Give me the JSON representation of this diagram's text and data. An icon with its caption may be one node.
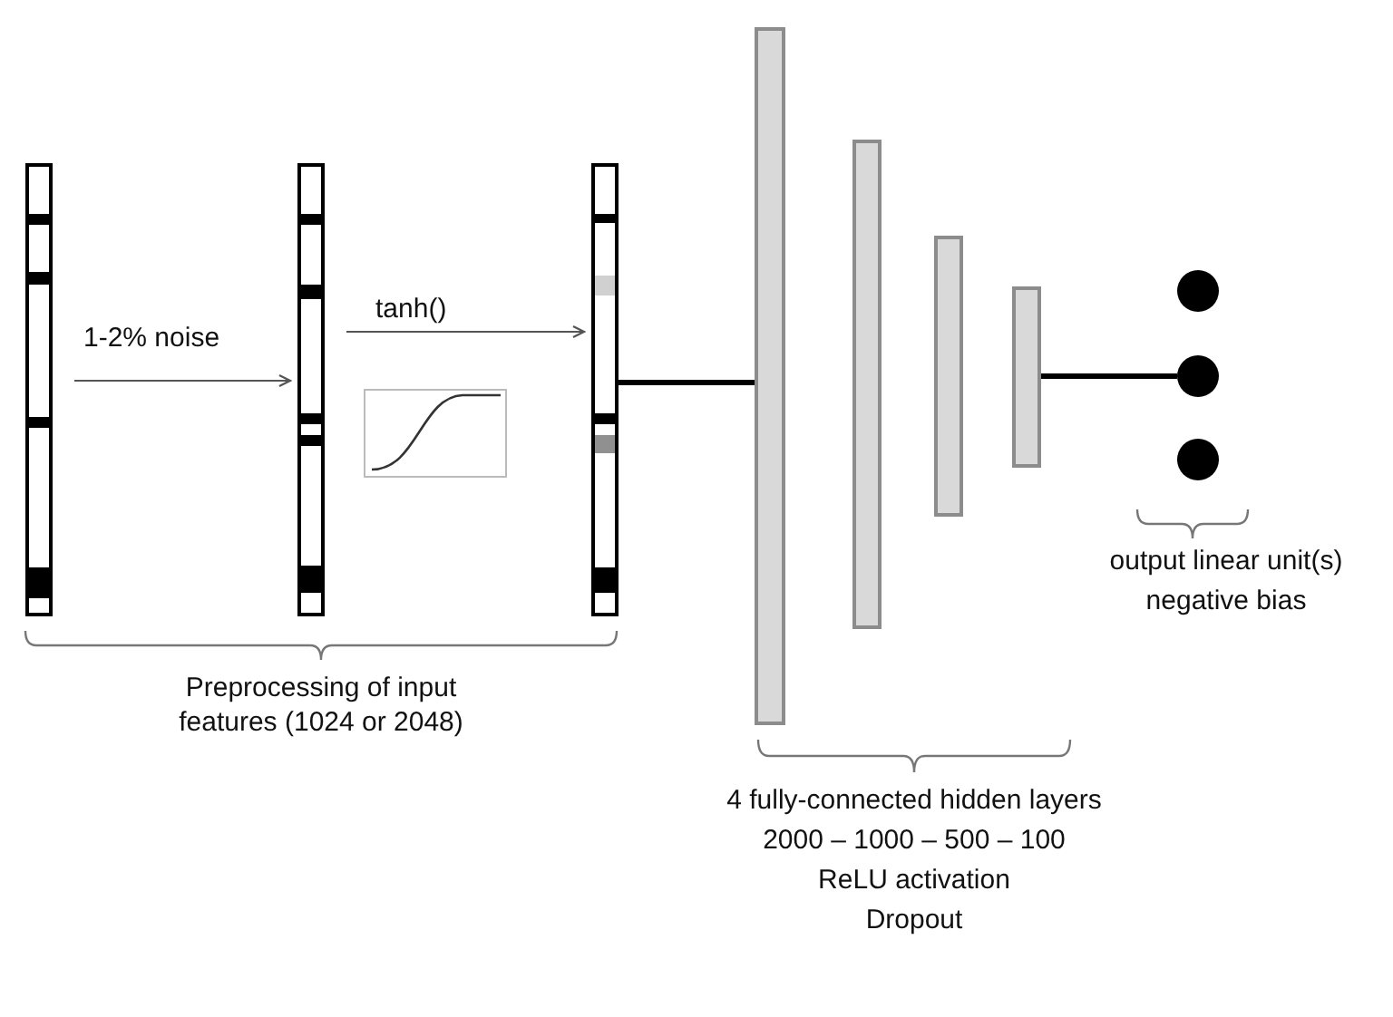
{
  "diagram": {
    "nodes": [
      {
        "text": [],
        "shape": "bar"
      },
      {
        "text": [],
        "shape": "bar"
      },
      {
        "text": [],
        "shape": "bar"
      },
      {
        "text": [],
        "shape": "bar"
      },
      {
        "text": [],
        "shape": "bar"
      },
      {
        "text": [],
        "shape": "bar"
      },
      {
        "text": [],
        "shape": "bar"
      },
      {
        "text": [],
        "shape": "circle"
      },
      {
        "text": [],
        "shape": "circle"
      },
      {
        "text": [],
        "shape": "circle"
      }
    ],
    "edges": [
      {
        "from": 0,
        "to": 1,
        "arrow": "to",
        "label": "1-2% noise"
      },
      {
        "from": 1,
        "to": 2,
        "arrow": "to",
        "label": "tanh()"
      },
      {
        "from": 2,
        "to": 3,
        "arrow": "none",
        "style": "thick"
      },
      {
        "from": 6,
        "to": 8,
        "arrow": "none",
        "style": "thick"
      }
    ],
    "labels": [
      "Preprocessing of input features (1024 or 2048)",
      "4 fully-connected hidden layers",
      "2000 – 1000 – 500 – 100",
      "ReLU activation",
      "Dropout",
      "output linear unit(s)",
      "negative bias"
    ]
  }
}
